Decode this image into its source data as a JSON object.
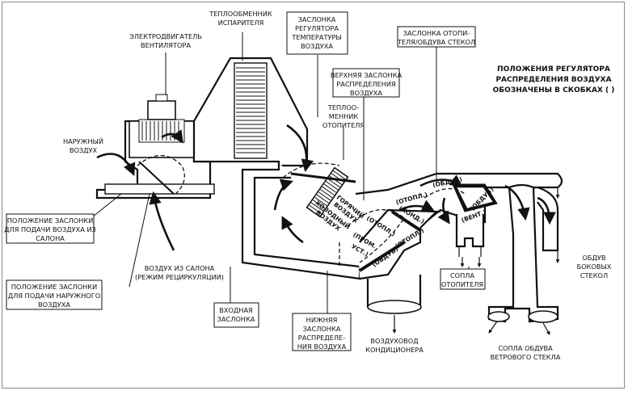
{
  "labels": {
    "motor": [
      "ЭЛЕКТРОДВИГАТЕЛЬ",
      "ВЕНТИЛЯТОРА"
    ],
    "evaporator": [
      "ТЕПЛООБМЕННИК",
      "ИСПАРИТЕЛЯ"
    ],
    "temp_flap": [
      "ЗАСЛОНКА",
      "РЕГУЛЯТОРА",
      "ТЕМПЕРАТУРЫ",
      "ВОЗДУХА"
    ],
    "upper_flap": [
      "ВЕРХНЯЯ ЗАСЛОНКА",
      "РАСПРЕДЕЛЕНИЯ",
      "ВОЗДУХА"
    ],
    "heater_core": [
      "ТЕПЛОО-",
      "МЕННИК",
      "ОТОПИТЕЛЯ"
    ],
    "defrost_flap": [
      "ЗАСЛОНКА ОТОПИ-",
      "ТЕЛЯ/ОБДУВА СТЕКОЛ"
    ],
    "note": [
      "ПОЛОЖЕНИЯ РЕГУЛЯТОРА",
      "РАСПРЕДЕЛЕНИЯ ВОЗДУХА",
      "ОБОЗНАЧЕНЫ В СКОБКАХ ( )"
    ],
    "outside_air": [
      "НАРУЖНЫЙ",
      "ВОЗДУХ"
    ],
    "recirc_pos": [
      "ПОЛОЖЕНИЕ ЗАСЛОНКИ",
      "ДЛЯ ПОДАЧИ ВОЗДУХА ИЗ",
      "САЛОНА"
    ],
    "cabin_air": [
      "ВОЗДУХ ИЗ САЛОНА",
      "(РЕЖИМ РЕЦИРКУЛЯЦИИ)"
    ],
    "fresh_pos": [
      "ПОЛОЖЕНИЕ ЗАСЛОНКИ",
      "ДЛЯ ПОДАЧИ НАРУЖНОГО",
      "ВОЗДУХА"
    ],
    "inlet_flap": [
      "ВХОДНАЯ",
      "ЗАСЛОНКА"
    ],
    "lower_flap": [
      "НИЖНЯЯ",
      "ЗАСЛОНКА",
      "РАСПРЕДЕЛЕ-",
      "НИЯ ВОЗДУХА"
    ],
    "ac_duct": [
      "ВОЗДУХОВОД",
      "КОНДИЦИОНЕРА"
    ],
    "heater_nozzles": [
      "СОПЛА",
      "ОТОПИТЕЛЯ"
    ],
    "side_windows": [
      "ОБДУВ",
      "БОКОВЫХ",
      "СТЕКОЛ"
    ],
    "windshield_nozzles": [
      "СОПЛА ОБДУВА",
      "ВЕТРОВОГО СТЕКЛА"
    ],
    "hot_air": [
      "ГОРЯЧИЙ",
      "ВОЗДУХ"
    ],
    "cold_air": [
      "ХОЛОДНЫЙ",
      "ВОЗДУХ"
    ],
    "pos_heater_1": "(ОТОПЛ.)",
    "pos_heater_2": "(ОТОПЛ.)",
    "pos_heater_3": "(ОТОПЛ.)",
    "pos_cond": "(КОНД.)",
    "pos_defrost_1": "(ОБДУВ)",
    "pos_defrost_2": "(ОБДУВ)",
    "pos_defrost_3": "(ОБДУВ)",
    "pos_vent": "(ВЕНТ.)",
    "pos_prom": "(ПРОМ.",
    "pos_ust": "УСТ.)"
  }
}
